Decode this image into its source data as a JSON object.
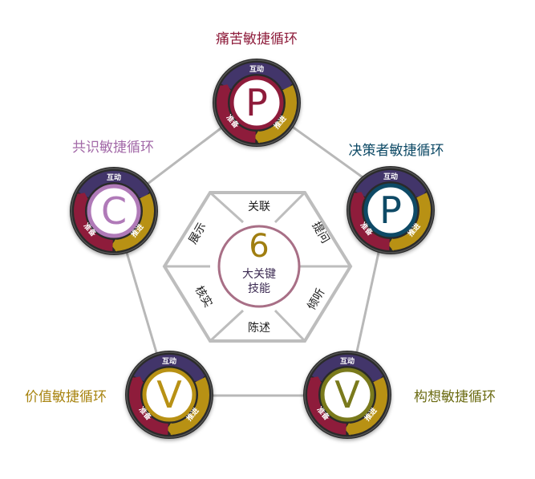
{
  "center": {
    "number": "6",
    "line1": "大关键",
    "line2": "技能",
    "ring_color": "#a86f86",
    "number_color": "#a07e10"
  },
  "skills": [
    "关联",
    "提问",
    "倾听",
    "陈述",
    "核实",
    "展示"
  ],
  "band_labels": {
    "top": "互动",
    "left": "准备",
    "right": "推进"
  },
  "band_colors": {
    "top": "#42356a",
    "left": "#8e1c3b",
    "right": "#b89114"
  },
  "cycles": [
    {
      "id": "pain",
      "title": "痛苦敏捷循环",
      "letter": "P",
      "color": "#8e1c3b",
      "title_color": "#8e1c3b"
    },
    {
      "id": "decision",
      "title": "决策者敏捷循环",
      "letter": "P",
      "color": "#0e4a66",
      "title_color": "#0e4a66"
    },
    {
      "id": "concept",
      "title": "构想敏捷循环",
      "letter": "V",
      "color": "#7a7a1c",
      "title_color": "#6b6b12"
    },
    {
      "id": "value",
      "title": "价值敏捷循环",
      "letter": "V",
      "color": "#b89114",
      "title_color": "#a88410"
    },
    {
      "id": "consensus",
      "title": "共识敏捷循环",
      "letter": "C",
      "color": "#b07ab8",
      "title_color": "#a36aa8"
    }
  ]
}
